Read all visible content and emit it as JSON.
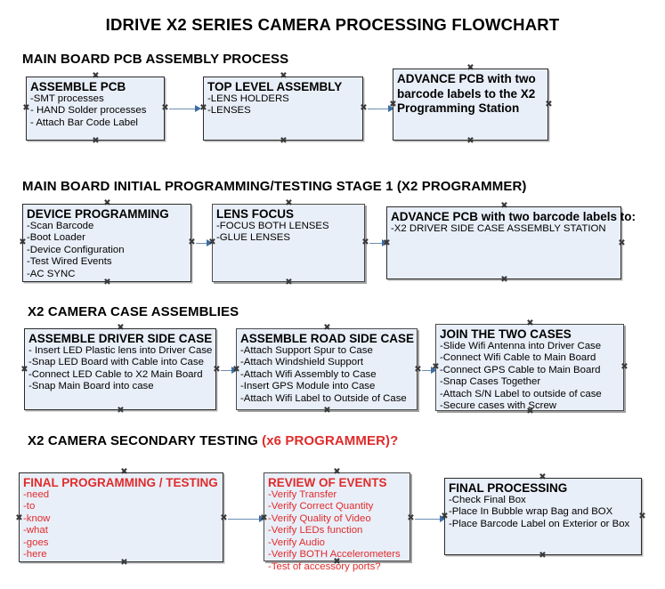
{
  "title": "IDRIVE X2  SERIES CAMERA PROCESSING FLOWCHART",
  "sections": [
    {
      "id": "s1",
      "heading": "MAIN BOARD PCB ASSEMBLY PROCESS",
      "accent": ""
    },
    {
      "id": "s2",
      "heading": "MAIN BOARD INITIAL PROGRAMMING/TESTING STAGE 1 (X2 PROGRAMMER)",
      "accent": ""
    },
    {
      "id": "s3",
      "heading": "X2 CAMERA CASE ASSEMBLIES",
      "accent": ""
    },
    {
      "id": "s4",
      "heading": "X2 CAMERA SECONDARY TESTING ",
      "accent": "(x6 PROGRAMMER)?"
    }
  ],
  "colors": {
    "node_fill": "#e9eff8",
    "node_border": "#2b2b2b",
    "connector": "#6d8db3",
    "accent_red": "#e02b2b",
    "text": "#000000"
  },
  "nodes": {
    "assemble_pcb": {
      "title": "ASSEMBLE PCB",
      "lines": [
        " -SMT processes",
        "- HAND Solder processes",
        "- Attach Bar Code Label"
      ]
    },
    "top_level_assembly": {
      "title": "TOP LEVEL ASSEMBLY",
      "lines": [
        "-LENS HOLDERS",
        "-LENSES"
      ]
    },
    "advance_pcb_station": {
      "title": "ADVANCE PCB with two barcode labels to the  X2 Programming Station",
      "lines": []
    },
    "device_programming": {
      "title": "DEVICE PROGRAMMING",
      "lines": [
        "-Scan Barcode",
        "-Boot Loader",
        "-Device Configuration",
        "-Test Wired Events",
        "-AC SYNC"
      ]
    },
    "lens_focus": {
      "title": "LENS FOCUS",
      "lines": [
        "-FOCUS BOTH LENSES",
        "-GLUE LENSES"
      ]
    },
    "advance_pcb_driver": {
      "title": "ADVANCE PCB with two barcode labels to:",
      "lines": [
        "-X2 DRIVER  SIDE  CASE  ASSEMBLY STATION"
      ]
    },
    "assemble_driver_side": {
      "title": "ASSEMBLE DRIVER SIDE CASE",
      "lines": [
        "- Insert LED Plastic lens into Driver Case",
        "-Snap LED Board with Cable into Case",
        "-Connect LED Cable to X2 Main Board",
        "-Snap Main Board into case"
      ]
    },
    "assemble_road_side": {
      "title": "ASSEMBLE ROAD SIDE CASE",
      "lines": [
        "-Attach Support Spur to Case",
        "-Attach Windshield Support",
        "-Attach Wifi Assembly to Case",
        "-Insert GPS Module into Case",
        "-Attach Wifi Label to Outside of Case"
      ]
    },
    "join_two_cases": {
      "title": "JOIN THE TWO CASES",
      "lines": [
        "-Slide Wifi Antenna into Driver Case",
        "-Connect Wifi Cable to Main Board",
        "-Connect GPS Cable to Main Board",
        "-Snap Cases Together",
        "-Attach S/N Label to outside of case",
        "-Secure cases with Screw"
      ]
    },
    "final_programming": {
      "title": "FINAL PROGRAMMING / TESTING",
      "lines": [
        "-need",
        "-to",
        "-know",
        "-what",
        "-goes",
        "-here"
      ]
    },
    "review_of_events": {
      "title": "REVIEW OF EVENTS",
      "lines": [
        "-Verify Transfer",
        "-Verify Correct Quantity",
        "-Verify Quality of Video",
        "-Verify LEDs function",
        "-Verify Audio",
        "-Verify BOTH Accelerometers"
      ],
      "overflow_line": "-Test of accessory ports?"
    },
    "final_processing": {
      "title": "FINAL PROCESSING",
      "lines": [
        " -Check Final Box",
        "-Place In Bubble wrap Bag and BOX",
        "-Place Barcode Label on Exterior or Box"
      ]
    }
  }
}
